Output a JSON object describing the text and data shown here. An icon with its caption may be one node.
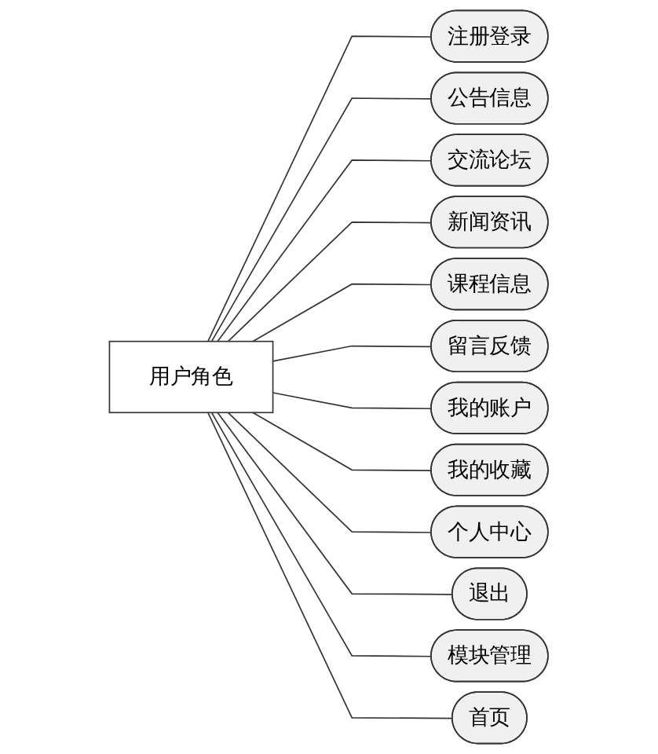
{
  "diagram": {
    "nodes": [
      {
        "text": [
          "用户角色"
        ]
      },
      {
        "text": [
          "注册登录"
        ]
      },
      {
        "text": [
          "公告信息"
        ]
      },
      {
        "text": [
          "交流论坛"
        ]
      },
      {
        "text": [
          "新闻资讯"
        ]
      },
      {
        "text": [
          "课程信息"
        ]
      },
      {
        "text": [
          "留言反馈"
        ]
      },
      {
        "text": [
          "我的账户"
        ]
      },
      {
        "text": [
          "我的收藏"
        ]
      },
      {
        "text": [
          "个人中心"
        ]
      },
      {
        "text": [
          "退出"
        ]
      },
      {
        "text": [
          "模块管理"
        ]
      },
      {
        "text": [
          "首页"
        ]
      }
    ],
    "edges": [
      {
        "from": 0,
        "to": 1,
        "arrow": "none"
      },
      {
        "from": 0,
        "to": 2,
        "arrow": "none"
      },
      {
        "from": 0,
        "to": 3,
        "arrow": "none"
      },
      {
        "from": 0,
        "to": 4,
        "arrow": "none"
      },
      {
        "from": 0,
        "to": 5,
        "arrow": "none"
      },
      {
        "from": 0,
        "to": 6,
        "arrow": "none"
      },
      {
        "from": 0,
        "to": 7,
        "arrow": "none"
      },
      {
        "from": 0,
        "to": 8,
        "arrow": "none"
      },
      {
        "from": 0,
        "to": 9,
        "arrow": "none"
      },
      {
        "from": 0,
        "to": 10,
        "arrow": "none"
      },
      {
        "from": 0,
        "to": 11,
        "arrow": "none"
      },
      {
        "from": 0,
        "to": 12,
        "arrow": "none"
      }
    ]
  }
}
